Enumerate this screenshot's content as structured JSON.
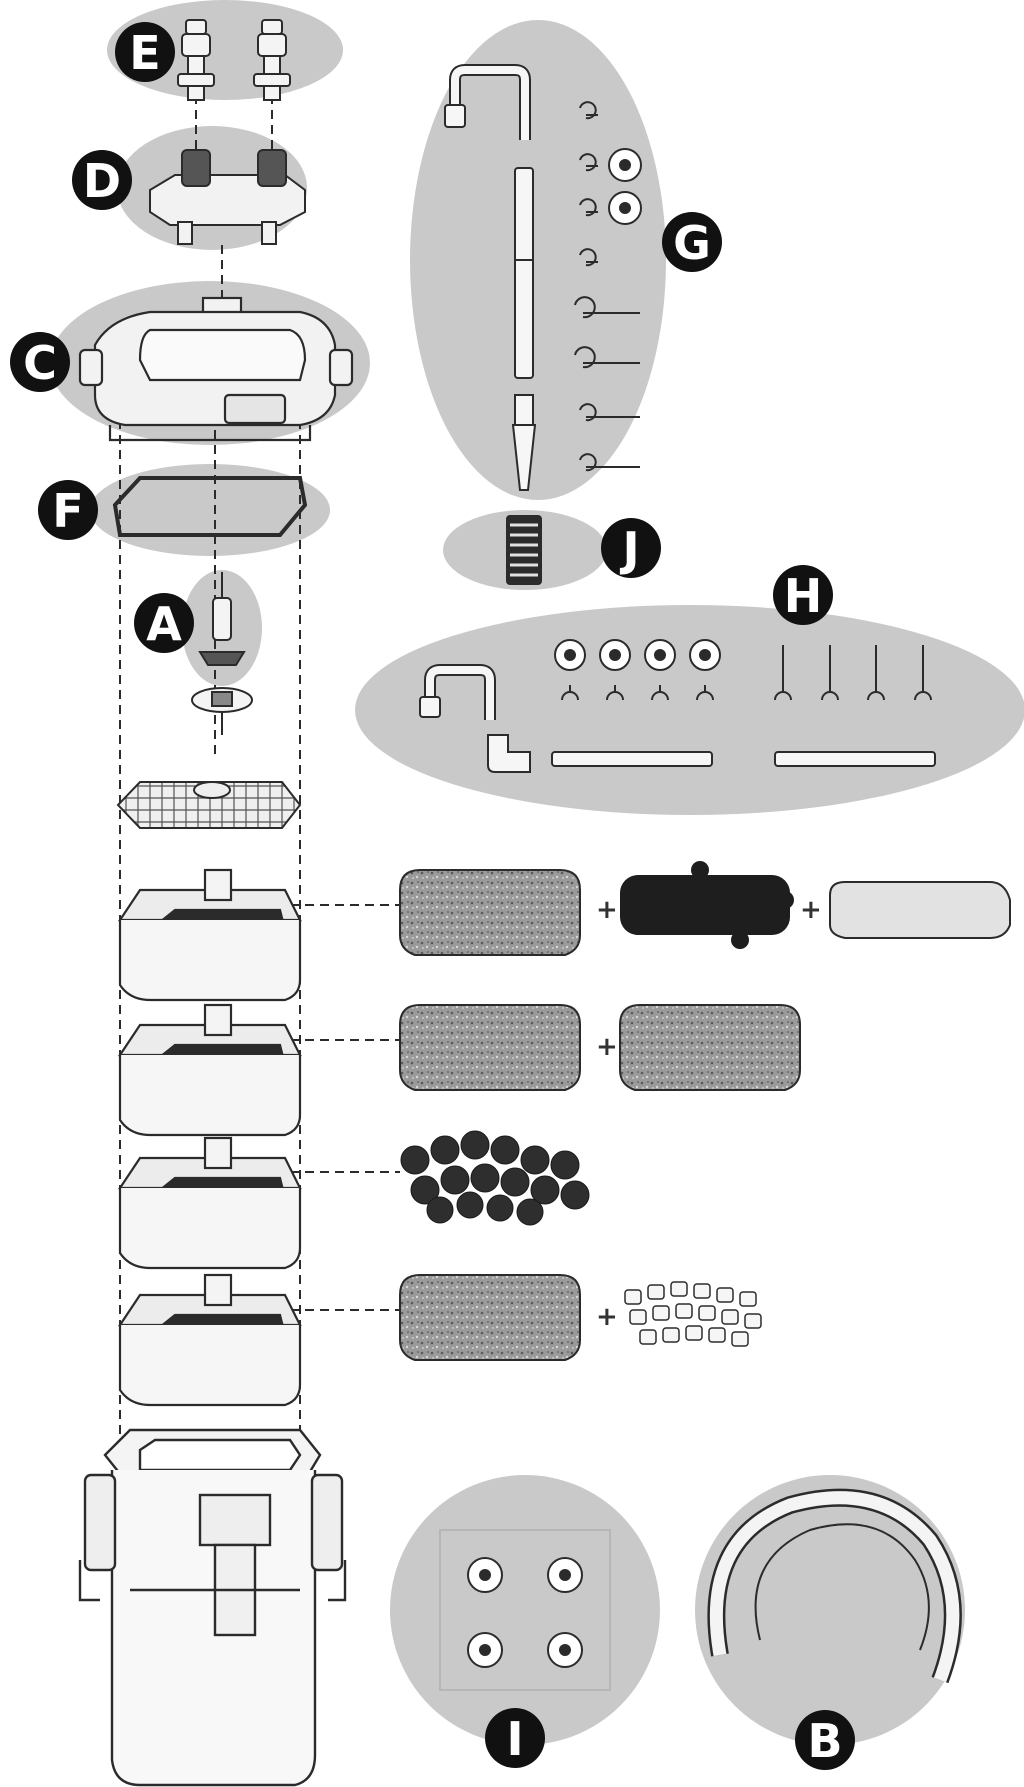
{
  "labels": {
    "a": "A",
    "b": "B",
    "c": "C",
    "d": "D",
    "e": "E",
    "f": "F",
    "g": "G",
    "h": "H",
    "i": "I",
    "j": "J"
  },
  "plus_sign": "+",
  "colors": {
    "highlight": "#c9c9c9",
    "line": "#2b2b2b",
    "label_bg": "#111111",
    "sponge": "#8a8a8a",
    "media_dark": "#1e1e1e"
  }
}
